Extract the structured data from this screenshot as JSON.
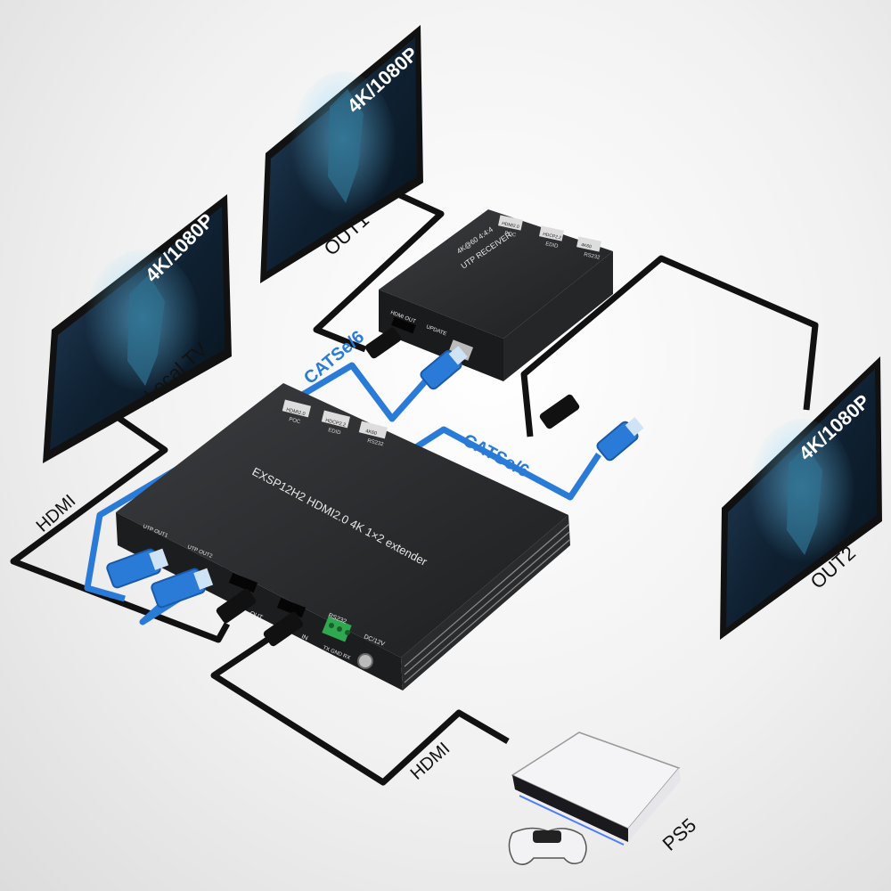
{
  "monitors": {
    "out1": {
      "screen_text": "4K/1080P",
      "label": "OUT1"
    },
    "local": {
      "screen_text": "4K/1080P",
      "label": "Local TV"
    },
    "out2": {
      "screen_text": "4K/1080P",
      "label": "OUT2"
    }
  },
  "cables": {
    "cat_top": "CATSe/6",
    "cat_right": "CATSe/6",
    "hdmi_left": "HDMI",
    "hdmi_bottom": "HDMI"
  },
  "extender": {
    "model": "EXSP12H2 HDMI2.0 4K 1×2 extender",
    "badges": [
      "HDMI2.0",
      "HDCP2.2",
      "4K60"
    ],
    "badge_subs": [
      "POC",
      "EDID",
      "RS232"
    ],
    "port_utp1": "UTP OUT1",
    "port_utp2": "UTP OUT2",
    "port_out": "OUT",
    "port_in": "IN",
    "rs232": "RS232",
    "rs232_pins": "TX GND RX",
    "dc": "DC/12V"
  },
  "receiver": {
    "title_line1": "4K@60 4:4:4",
    "title_line2": "UTP RECEIVER",
    "badges": [
      "HDMI2.0",
      "HDCP2.2",
      "4K60"
    ],
    "badge_subs": [
      "POC",
      "EDID",
      "RS232"
    ],
    "port_hdmi": "HDMI OUT",
    "port_update": "UPDATE"
  },
  "source": {
    "label": "PS5"
  },
  "colors": {
    "cat_cable": "#2a7bd8",
    "hdmi_cable": "#111111",
    "device": "#2b2c2e"
  }
}
